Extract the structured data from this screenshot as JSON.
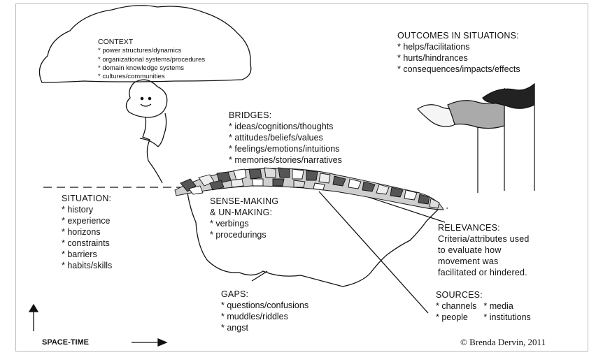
{
  "context": {
    "title": "CONTEXT",
    "items": [
      "power structures/dynamics",
      "organizational systems/procedures",
      "domain knowledge systems",
      "cultures/communities"
    ]
  },
  "outcomes": {
    "title": "OUTCOMES IN SITUATIONS:",
    "items": [
      "helps/facilitations",
      "hurts/hindrances",
      "consequences/impacts/effects"
    ]
  },
  "bridges": {
    "title": "BRIDGES:",
    "items": [
      "ideas/cognitions/thoughts",
      "attitudes/beliefs/values",
      "feelings/emotions/intuitions",
      "memories/stories/narratives"
    ]
  },
  "situation": {
    "title": "SITUATION:",
    "items": [
      "history",
      "experience",
      "horizons",
      "constraints",
      "barriers",
      "habits/skills"
    ]
  },
  "sense_making": {
    "title_line1": "SENSE-MAKING",
    "title_line2": "& UN-MAKING:",
    "items": [
      "verbings",
      "procedurings"
    ]
  },
  "relevances": {
    "title": "RELEVANCES:",
    "lines": [
      "Criteria/attributes used",
      "to evaluate how",
      "movement was",
      "facilitated or hindered."
    ]
  },
  "gaps": {
    "title": "GAPS:",
    "items": [
      "questions/confusions",
      "muddles/riddles",
      "angst"
    ]
  },
  "sources": {
    "title": "SOURCES:",
    "items": [
      "channels",
      "media",
      "people",
      "institutions"
    ]
  },
  "axis_label": "SPACE-TIME",
  "copyright": "© Brenda Dervin, 2011",
  "colors": {
    "ink": "#111111",
    "stone_dark": "#555555",
    "stone_light": "#eeeeee"
  }
}
